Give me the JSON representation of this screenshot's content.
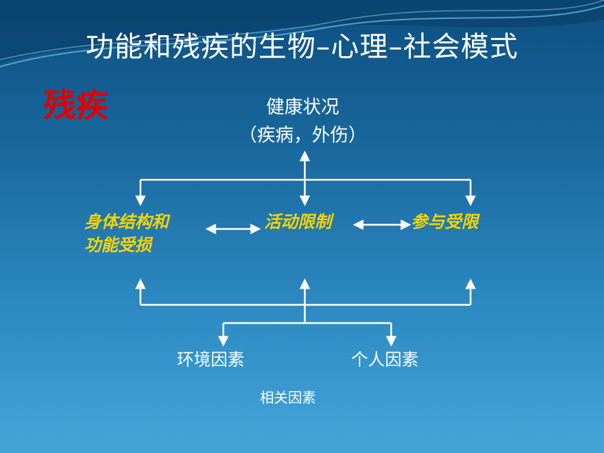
{
  "slide": {
    "title": "功能和残疾的生物–心理–社会模式",
    "side_label": "残疾"
  },
  "diagram": {
    "top_node": {
      "line1": "健康状况",
      "line2": "（疾病，外伤）"
    },
    "middle_nodes": {
      "left_line1": "身体结构和",
      "left_line2": "功能受损",
      "center": "活动限制",
      "right": "参与受限"
    },
    "bottom_nodes": {
      "left": "环境因素",
      "right": "个人因素"
    },
    "footer_label": "相关因素"
  },
  "colors": {
    "background_top": "#0d4f80",
    "background_bottom": "#45a5d8",
    "title": "#ffffff",
    "side_label": "#e00000",
    "middle_nodes": "#f5d400",
    "connectors": "#ffffff"
  }
}
